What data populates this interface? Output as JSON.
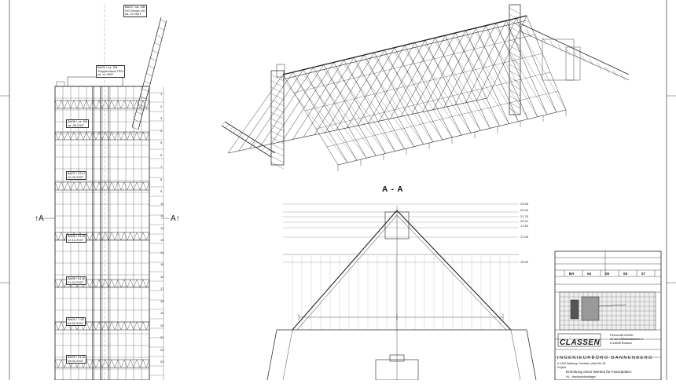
{
  "section_mark_left": "↑A",
  "section_mark_right": "A↑",
  "section_title": "A - A",
  "stage_tags": [
    "BA10 / ca. 4/8\nOG Decke UG\nca. xx 2007",
    "BA09 / ca. 3/8\nTreppenhaus TRO\nca. xx 2007",
    "BA08 / ca. 8/8\nca. 06.2007",
    "BA07 / 43.1/\n10.09.2007",
    "BA06 / 61.8/\n13.12.2007",
    "BA05 / 61.8/\n21.02.2007",
    "BA04 / 7.50\n09.02.2007",
    "BA03 / 61.8/\n08.02.2007"
  ],
  "axis_labels": [
    "1",
    "2",
    "3",
    "4",
    "5",
    "6",
    "7",
    "8",
    "9",
    "10",
    "11",
    "12",
    "13",
    "14",
    "15",
    "16",
    "17",
    "18",
    "19",
    "20",
    "21",
    "22",
    "23"
  ],
  "level_labels": [
    "23.95",
    "22.00",
    "21.75",
    "20.01",
    "17.69",
    "17.05",
    "15.99"
  ],
  "title_block": {
    "company_name": "Fibercraft GmbH",
    "company_address": "Zu den Mittelwaldäckern 4",
    "company_city": "D-18035 Rostock",
    "logo": "CLASSEN",
    "engineer": "INGENIEURBÜRO DANNENBERG",
    "engineer_address": "A-1234 Salzburg, Friedrich-Leibel-Str. 60",
    "project_label": "Projekt:",
    "project_title": "Errichtung eines Werkes für Faserplatten",
    "project_subtitle": "HL - Hackschnitzellager",
    "stages": [
      "BA",
      "04",
      "05",
      "06",
      "07"
    ]
  }
}
